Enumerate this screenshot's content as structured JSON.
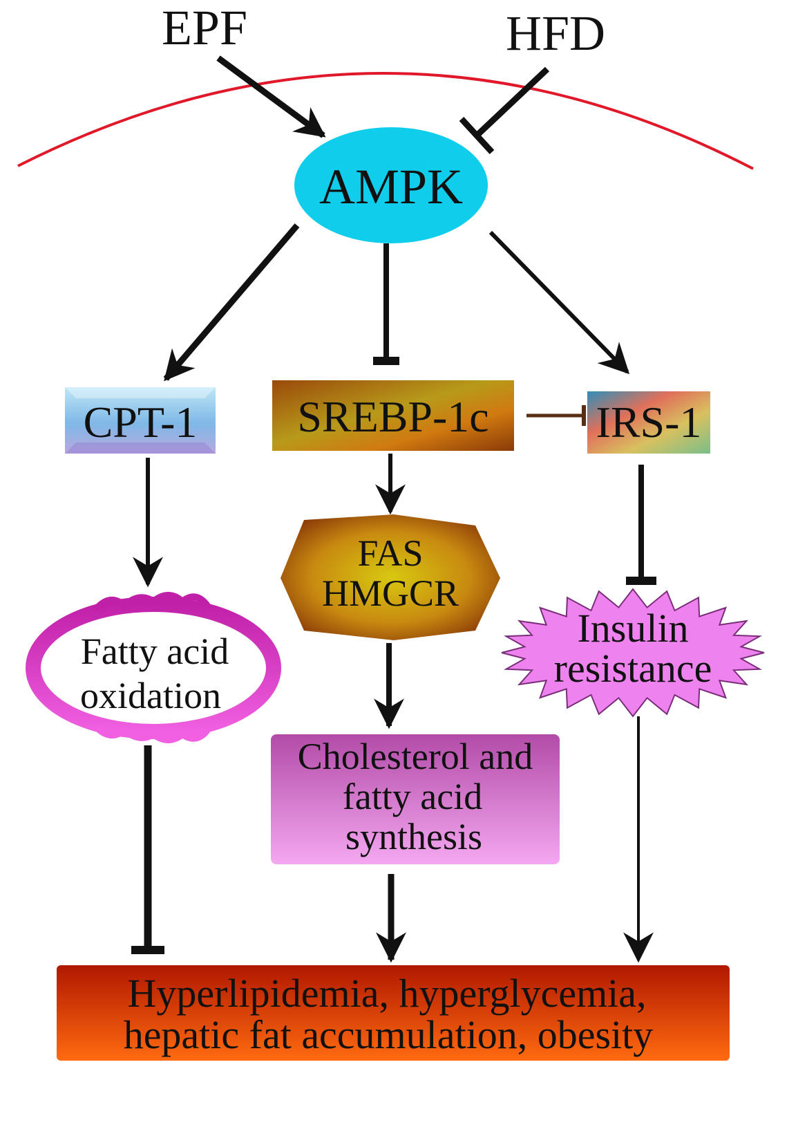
{
  "inputs": {
    "epf": "EPF",
    "hfd": "HFD"
  },
  "nodes": {
    "ampk": "AMPK",
    "cpt1": "CPT-1",
    "srebp": "SREBP-1c",
    "irs1": "IRS-1",
    "fas_hmgcr": [
      "FAS",
      "HMGCR"
    ],
    "fatty_acid_oxidation": [
      "Fatty acid",
      "oxidation"
    ],
    "cholesterol_synthesis": [
      "Cholesterol and",
      "fatty acid",
      "synthesis"
    ],
    "insulin_resistance": [
      "Insulin",
      "resistance"
    ],
    "outcome": [
      "Hyperlipidemia, hyperglycemia,",
      "hepatic fat accumulation, obesity"
    ]
  },
  "edges": [
    {
      "from": "EPF",
      "to": "AMPK",
      "type": "activation"
    },
    {
      "from": "HFD",
      "to": "AMPK",
      "type": "inhibition"
    },
    {
      "from": "AMPK",
      "to": "CPT-1",
      "type": "activation"
    },
    {
      "from": "AMPK",
      "to": "SREBP-1c",
      "type": "inhibition"
    },
    {
      "from": "AMPK",
      "to": "IRS-1",
      "type": "activation"
    },
    {
      "from": "SREBP-1c",
      "to": "IRS-1",
      "type": "inhibition"
    },
    {
      "from": "CPT-1",
      "to": "Fatty acid oxidation",
      "type": "activation"
    },
    {
      "from": "SREBP-1c",
      "to": "FAS HMGCR",
      "type": "activation"
    },
    {
      "from": "IRS-1",
      "to": "Insulin resistance",
      "type": "inhibition"
    },
    {
      "from": "FAS HMGCR",
      "to": "Cholesterol and fatty acid synthesis",
      "type": "activation"
    },
    {
      "from": "Fatty acid oxidation",
      "to": "Outcome",
      "type": "inhibition"
    },
    {
      "from": "Cholesterol and fatty acid synthesis",
      "to": "Outcome",
      "type": "activation"
    },
    {
      "from": "Insulin resistance",
      "to": "Outcome",
      "type": "activation"
    }
  ],
  "colors": {
    "membrane": "#e0182a",
    "ampk": "#10cdec",
    "arrow": "#111111",
    "srebp_irs_link": "#5a2e12"
  }
}
